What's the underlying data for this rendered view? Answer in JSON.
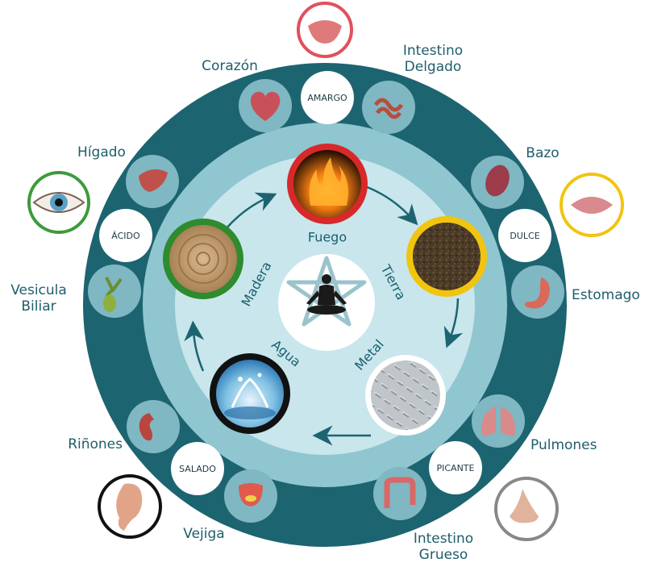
{
  "colors": {
    "outer_ring": "#1d6471",
    "middle_ring": "#8fc6cf",
    "inner_disc": "#c8e6ec",
    "fire": "#d8282a",
    "earth": "#f1c40f",
    "metal": "#ffffff",
    "water": "#111111",
    "wood": "#3e9a3b",
    "label_text": "#1f5d6b"
  },
  "elements": [
    {
      "key": "fuego",
      "label": "Fuego",
      "ring": "#d8282a"
    },
    {
      "key": "tierra",
      "label": "Tierra",
      "ring": "#f1c40f"
    },
    {
      "key": "metal",
      "label": "Metal",
      "ring": "#ffffff"
    },
    {
      "key": "agua",
      "label": "Agua",
      "ring": "#111111"
    },
    {
      "key": "madera",
      "label": "Madera",
      "ring": "#2e8b2e"
    }
  ],
  "flavors": [
    "AMARGO",
    "DULCE",
    "PICANTE",
    "SALADO",
    "ÁCIDO"
  ],
  "organs": {
    "corazon": "Corazón",
    "intestino_delgado": [
      "Intestino",
      "Delgado"
    ],
    "bazo": "Bazo",
    "estomago": "Estomago",
    "pulmones": "Pulmones",
    "intestino_grueso": [
      "Intestino",
      "Grueso"
    ],
    "vejiga": "Vejiga",
    "rinones": "Riñones",
    "higado": "Hígado",
    "vesicula_biliar": [
      "Vesicula",
      "Biliar"
    ]
  },
  "senses": [
    {
      "key": "lengua",
      "icon": "tongue-icon",
      "ring": "#e0505e"
    },
    {
      "key": "boca",
      "icon": "lips-icon",
      "ring": "#f1c40f"
    },
    {
      "key": "nariz",
      "icon": "nose-icon",
      "ring": "#888888"
    },
    {
      "key": "oreja",
      "icon": "ear-icon",
      "ring": "#111111"
    },
    {
      "key": "ojo",
      "icon": "eye-icon",
      "ring": "#3e9a3b"
    }
  ]
}
